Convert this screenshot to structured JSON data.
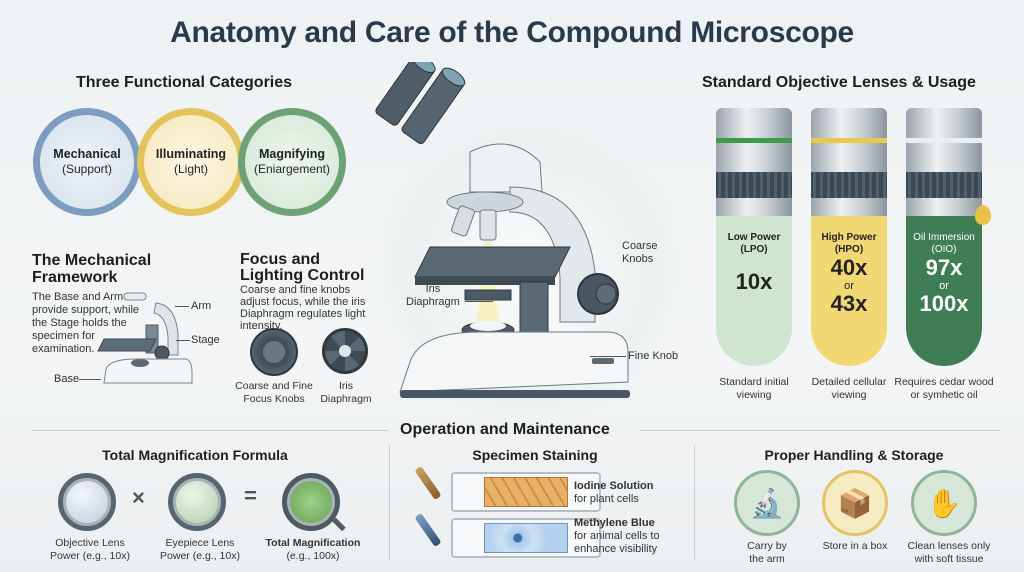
{
  "title": "Anatomy and Care of the Compound Microscope",
  "categories": {
    "heading": "Three Functional Categories",
    "items": [
      {
        "name": "Mechanical",
        "sub": "(Support)",
        "color": "#7c9cc0",
        "fill": "#dfe8f1"
      },
      {
        "name": "Illuminating",
        "sub": "(Light)",
        "color": "#e3c35a",
        "fill": "#faf1d4"
      },
      {
        "name": "Magnifying",
        "sub": "(Eniargement)",
        "color": "#6ea276",
        "fill": "#e1efe2"
      }
    ]
  },
  "mechanical": {
    "heading_line1": "The Mechanical",
    "heading_line2": "Framework",
    "text": "The Base and Arm provide support, while the Stage holds the specimen for examination.",
    "labels": {
      "arm": "Arm",
      "stage": "Stage",
      "base": "Base"
    }
  },
  "focus": {
    "heading_line1": "Focus and",
    "heading_line2": "Lighting Control",
    "text": "Coarse and fine knobs adjust focus, while the iris Diaphragm regulates light intensity.",
    "knob_caption_1": "Coarse and Fine",
    "knob_caption_2": "Focus Knobs",
    "iris_caption_1": "Iris",
    "iris_caption_2": "Diaphragm"
  },
  "center": {
    "labels": {
      "coarse_1": "Coarse",
      "coarse_2": "Knobs",
      "iris_1": "Iris",
      "iris_2": "Diaphragm",
      "fine": "Fine Knob"
    }
  },
  "lenses": {
    "heading": "Standard Objective Lenses & Usage",
    "items": [
      {
        "name": "Low Power",
        "abbr": "(LPO)",
        "mag1": "10x",
        "or": "",
        "mag2": "",
        "caption1": "Standard initial",
        "caption2": "viewing",
        "color": "#cfe5cf",
        "band": "#3f9b4a",
        "text": "#222"
      },
      {
        "name": "High Power",
        "abbr": "(HPO)",
        "mag1": "40x",
        "or": "or",
        "mag2": "43x",
        "caption1": "Detailed cellular",
        "caption2": "viewing",
        "color": "#f2d872",
        "band": "#e8c94a",
        "text": "#222"
      },
      {
        "name": "Oil Immersion",
        "abbr": "(OIO)",
        "mag1": "97x",
        "or": "or",
        "mag2": "100x",
        "caption1": "Requires cedar wood",
        "caption2": "or symhetic oil",
        "color": "#3f7d55",
        "band": "#e9eef0",
        "text": "#ffffff"
      }
    ]
  },
  "operation": {
    "heading": "Operation and Maintenance"
  },
  "formula": {
    "heading": "Total Magnification Formula",
    "times": "×",
    "equals": "=",
    "objective_1": "Objective Lens",
    "objective_2": "Power (e.g., 10x)",
    "eyepiece_1": "Eyepiece Lens",
    "eyepiece_2": "Power (e.g., 10x)",
    "total_1": "Total Magnification",
    "total_2": "(e.g., 100x)"
  },
  "staining": {
    "heading": "Specimen Staining",
    "items": [
      {
        "name": "Iodine Solution",
        "desc1": "for plant cells",
        "desc2": ""
      },
      {
        "name": "Methylene Blue",
        "desc1": "for animal cells to",
        "desc2": "enhance visibility"
      }
    ]
  },
  "handling": {
    "heading": "Proper Handling & Storage",
    "items": [
      {
        "caption1": "Carry by",
        "caption2": "the arm",
        "icon": "hand-carry-icon"
      },
      {
        "caption1": "Store in a box",
        "caption2": "",
        "icon": "box-icon"
      },
      {
        "caption1": "Clean lenses only",
        "caption2": "with soft tissue",
        "icon": "tissue-icon"
      }
    ]
  }
}
